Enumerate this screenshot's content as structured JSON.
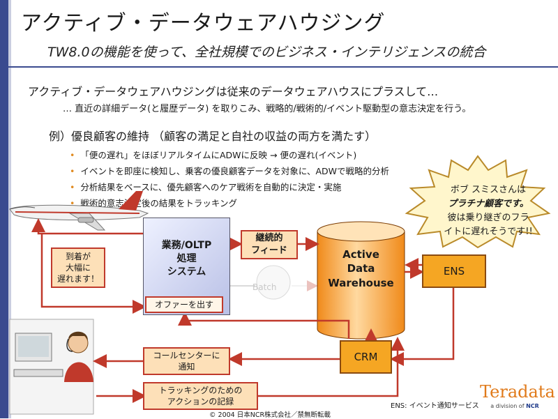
{
  "title": "アクティブ・データウェアハウジング",
  "subtitle": "TW8.0の機能を使って、全社規模でのビジネス・インテリジェンスの統合",
  "intro": "アクティブ・データウェアハウジングは従来のデータウェアハウスにプラスして…",
  "intro_detail": "… 直近の詳細データ(と履歴データ) を取りこみ、戦略的/戦術的/イベント駆動型の意志決定を行う。",
  "example_heading": "例）優良顧客の維持 （顧客の満足と自社の収益の両方を満たす）",
  "bullets": [
    "「便の遅れ」をほぼリアルタイムにADWに反映 → 便の遅れ(イベント)",
    "イベントを即座に検知し、乗客の優良顧客データを対象に、ADWで戦略的分析",
    "分析結果をベースに、優先顧客へのケア戦術を自動的に決定・実施",
    "戦術的意志決定後の結果をトラッキング"
  ],
  "callout": {
    "line1": "ボブ スミスさんは",
    "line2": "プラチナ顧客です。",
    "line3": "彼は乗り継ぎのフラ",
    "line4": "イトに遅れそうです!!"
  },
  "diagram": {
    "oltp": "業務/OLTP\n処理\nシステム",
    "offer": "オファーを出す",
    "feed": "継続的\nフィード",
    "arrival": "到着が\n大幅に\n遅れます！",
    "adw": "Active\nData\nWarehouse",
    "batch": "Batch",
    "ens": "ENS",
    "crm": "CRM",
    "callcenter": "コールセンターに\n通知",
    "tracking": "トラッキングのための\nアクションの記録"
  },
  "ens_note": "ENS: イベント通知サービス",
  "copyright": "© 2004 日本NCR株式会社／禁無断転載",
  "logo": {
    "word": "Teradata",
    "tag": "a division of",
    "ncr": "NCR"
  },
  "colors": {
    "accent": "#3a4a8f",
    "arrow": "#c0392b",
    "orange": "#f5a623",
    "peach": "#fde0b8"
  },
  "icons": [
    "airplane-icon",
    "operator-icon",
    "cylinder-icon"
  ]
}
